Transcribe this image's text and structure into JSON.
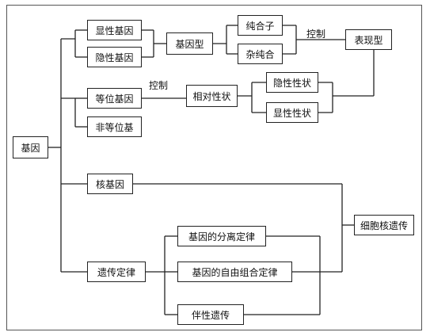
{
  "nodes": {
    "root": "基因",
    "dominant_gene": "显性基因",
    "recessive_gene": "隐性基因",
    "genotype": "基因型",
    "homozygote": "纯合子",
    "heterozygote": "杂纯合",
    "phenotype": "表现型",
    "allele": "等位基因",
    "non_allele": "非等位基",
    "relative_trait": "相对性状",
    "recessive_trait": "隐性性状",
    "dominant_trait": "显性性状",
    "nuclear_gene": "核基因",
    "genetic_law": "遗传定律",
    "segregation_law": "基因的分离定律",
    "assortment_law": "基因的自由组合定律",
    "sex_linked": "伴性遗传",
    "nuclear_inheritance": "细胞核遗传"
  },
  "edge_labels": {
    "control_phenotype": "控制",
    "control_trait": "控制"
  }
}
